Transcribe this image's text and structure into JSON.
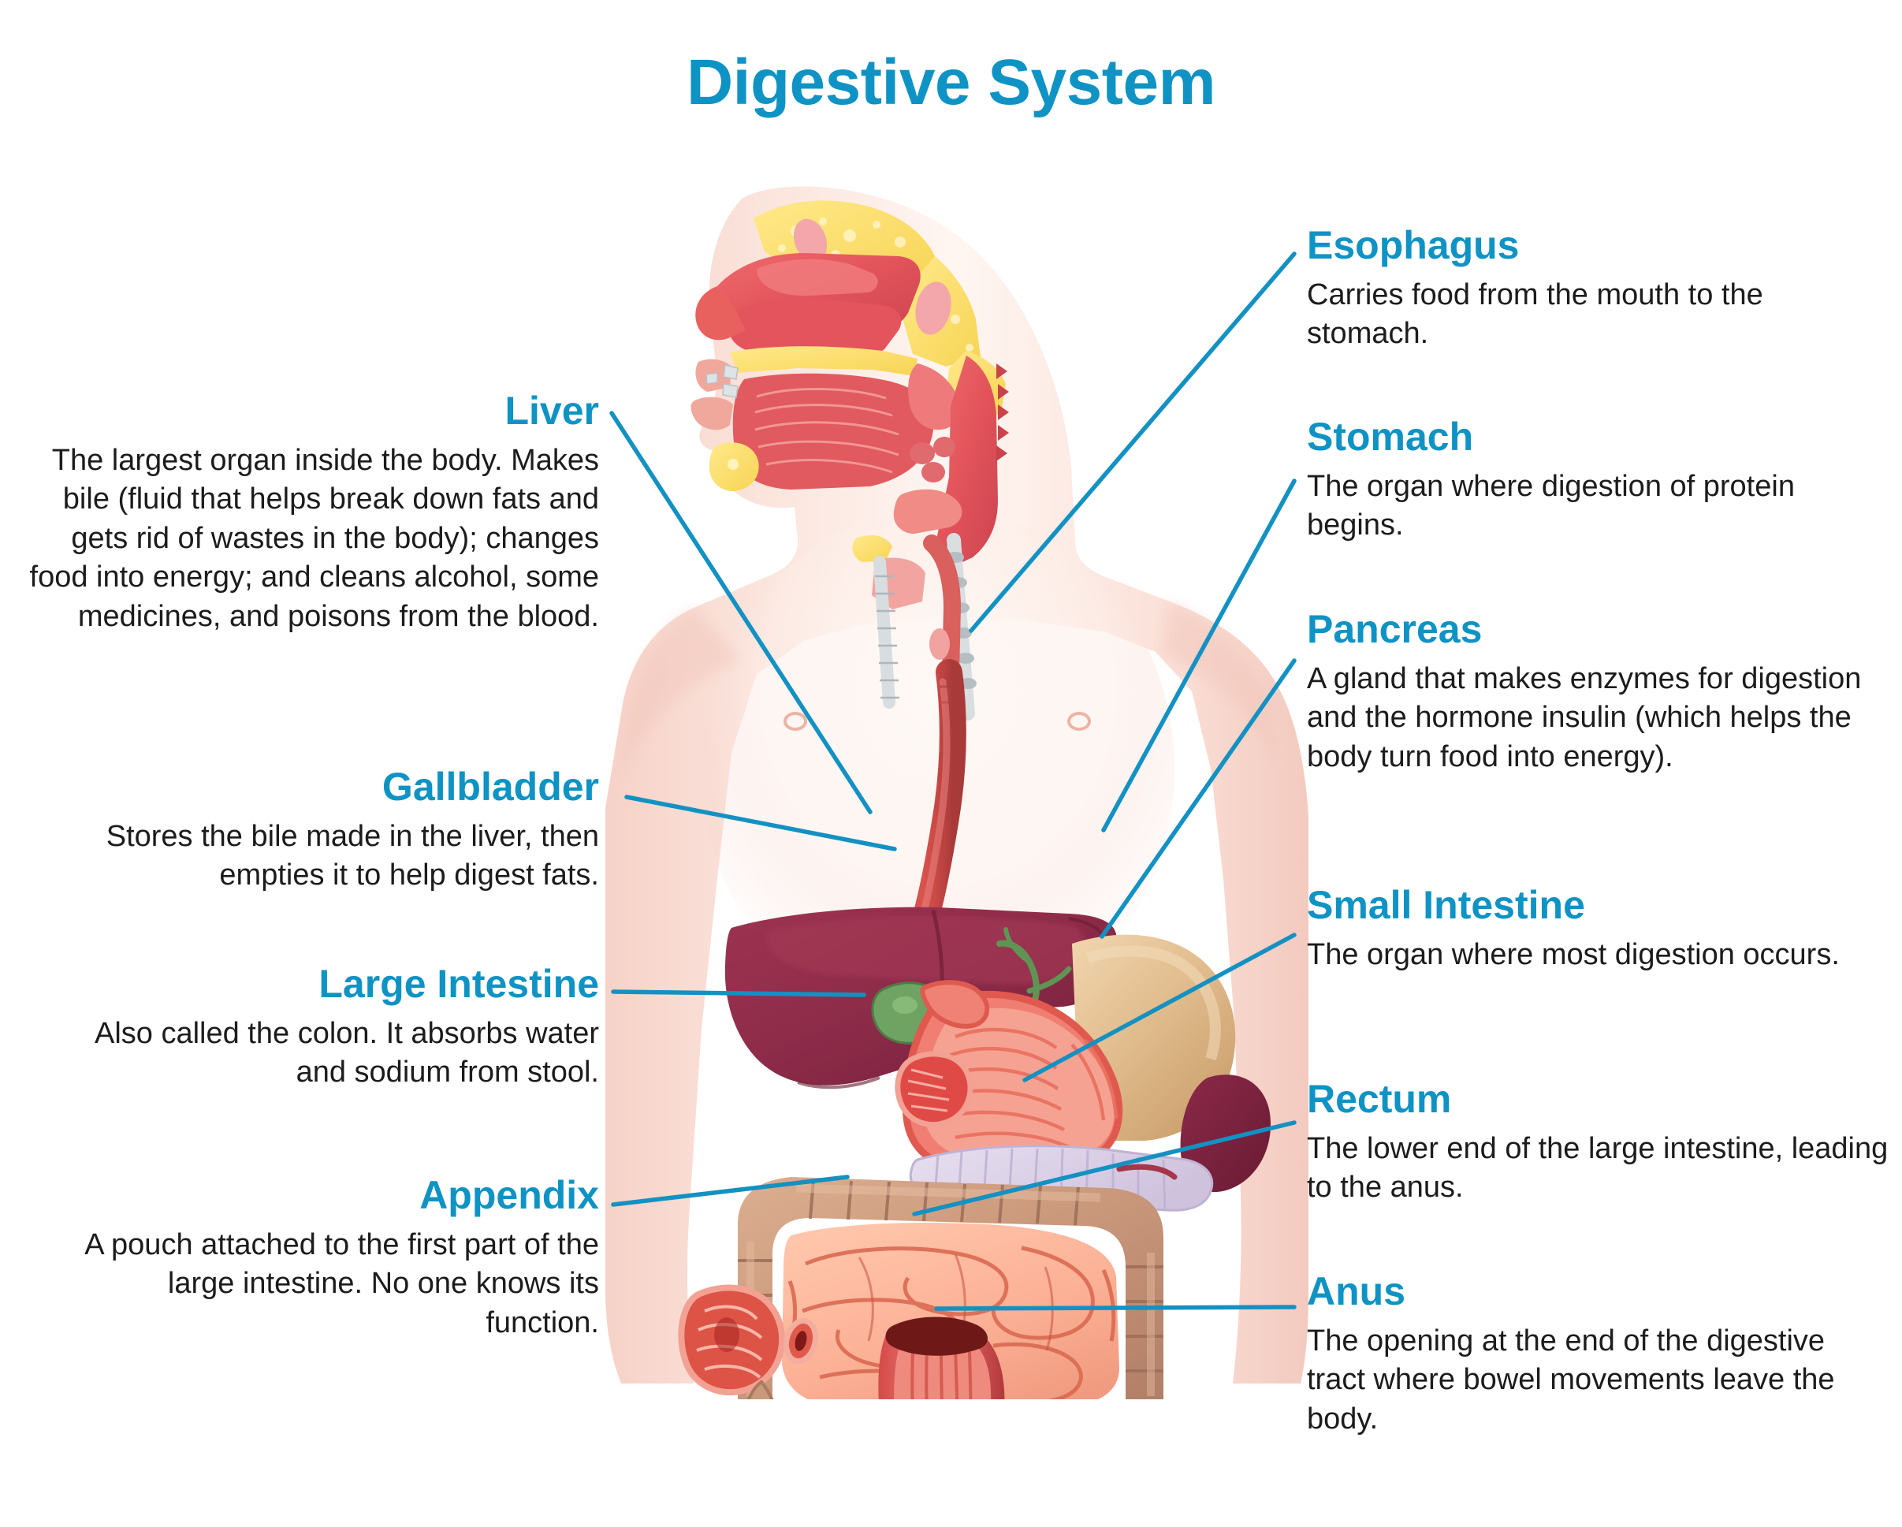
{
  "title": "Digestive System",
  "accent_color": "#0f93c4",
  "text_color": "#1c1c1c",
  "background_color": "#ffffff",
  "left_column": [
    {
      "id": "liver",
      "heading": "Liver",
      "body": "The largest organ inside the body. Makes bile (fluid that helps break down fats and gets rid of wastes in the body); changes food into energy; and cleans alcohol, some medicines, and poisons from the blood."
    },
    {
      "id": "gallbladder",
      "heading": "Gallbladder",
      "body": "Stores the bile made in the liver, then empties it to help digest fats."
    },
    {
      "id": "large-intestine",
      "heading": "Large Intestine",
      "body": "Also called the colon. It absorbs water and sodium from stool."
    },
    {
      "id": "appendix",
      "heading": "Appendix",
      "body": "A pouch attached to the first part of the large intestine. No one knows its function."
    }
  ],
  "right_column": [
    {
      "id": "esophagus",
      "heading": "Esophagus",
      "body": "Carries food from the mouth to the stomach."
    },
    {
      "id": "stomach",
      "heading": "Stomach",
      "body": "The organ where digestion of protein begins."
    },
    {
      "id": "pancreas",
      "heading": "Pancreas",
      "body": "A gland that makes enzymes for digestion and the hormone insulin (which helps the body turn food into energy)."
    },
    {
      "id": "small-intestine",
      "heading": "Small Intestine",
      "body": "The organ where most digestion occurs."
    },
    {
      "id": "rectum",
      "heading": "Rectum",
      "body": "The lower end of the large intestine, leading to the anus."
    },
    {
      "id": "anus",
      "heading": "Anus",
      "body": "The opening at the end of the digestive tract where bowel movements leave the body."
    }
  ],
  "illustration": {
    "name": "human-digestive-system-anatomical-illustration",
    "organs": [
      "nasal-cavity",
      "oral-cavity",
      "tongue",
      "pharynx",
      "epiglottis",
      "esophagus",
      "liver",
      "gallbladder",
      "bile-duct",
      "stomach",
      "duodenum",
      "pancreas",
      "spleen",
      "transverse-colon",
      "small-intestine",
      "ascending-colon",
      "descending-colon",
      "cecum",
      "appendix",
      "rectum",
      "anus"
    ]
  }
}
